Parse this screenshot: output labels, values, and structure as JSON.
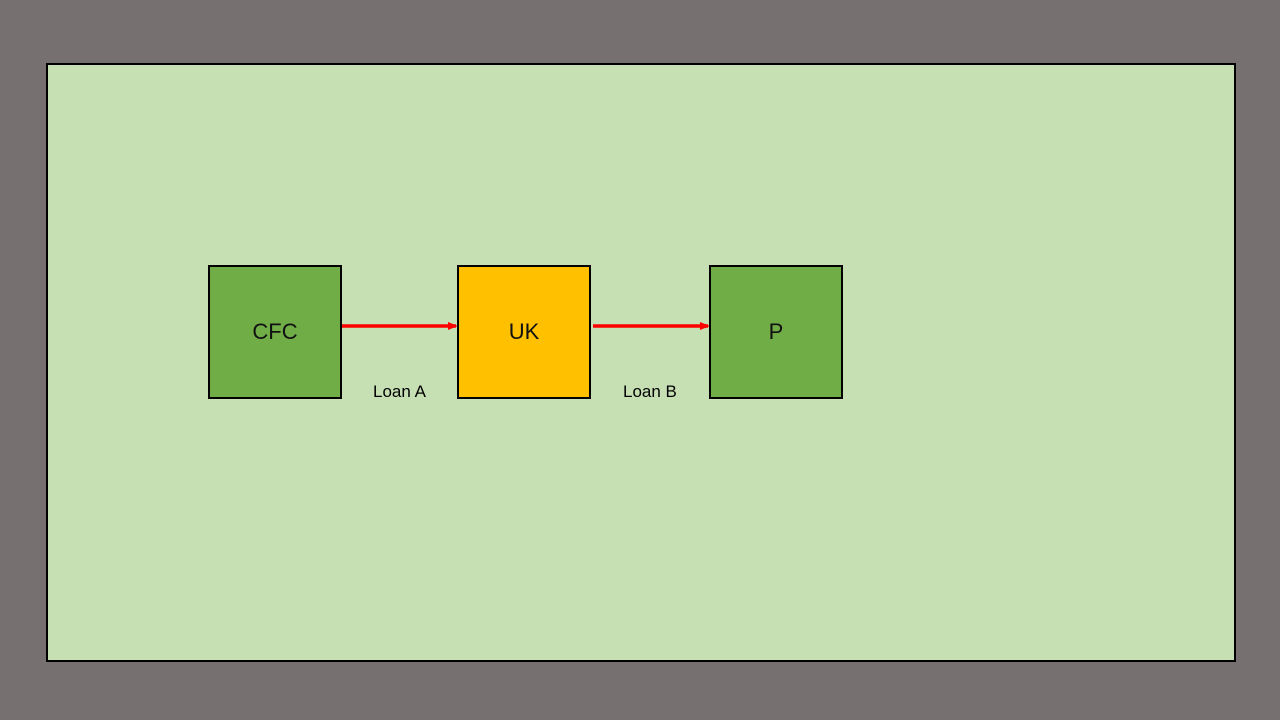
{
  "colors": {
    "background": "#767170",
    "slide": "#c6e0b4",
    "green_box": "#70ad47",
    "yellow_box": "#ffc000",
    "arrow": "#ff0000"
  },
  "nodes": {
    "cfc": {
      "label": "CFC"
    },
    "uk": {
      "label": "UK"
    },
    "p": {
      "label": "P"
    }
  },
  "edges": {
    "loan_a": {
      "label": "Loan A",
      "from": "CFC",
      "to": "UK"
    },
    "loan_b": {
      "label": "Loan B",
      "from": "UK",
      "to": "P"
    }
  }
}
